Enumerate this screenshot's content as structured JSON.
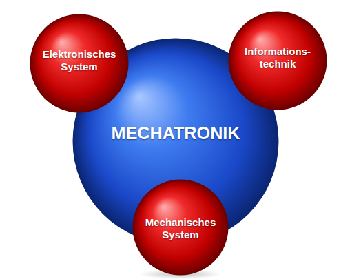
{
  "diagram": {
    "nodes": [
      {
        "text": [
          "Elektronisches System"
        ]
      },
      {
        "text": [
          "Informations- technik"
        ]
      },
      {
        "text": [
          "MECHATRONIK"
        ]
      },
      {
        "text": [
          "Mechanisches System"
        ]
      }
    ]
  }
}
